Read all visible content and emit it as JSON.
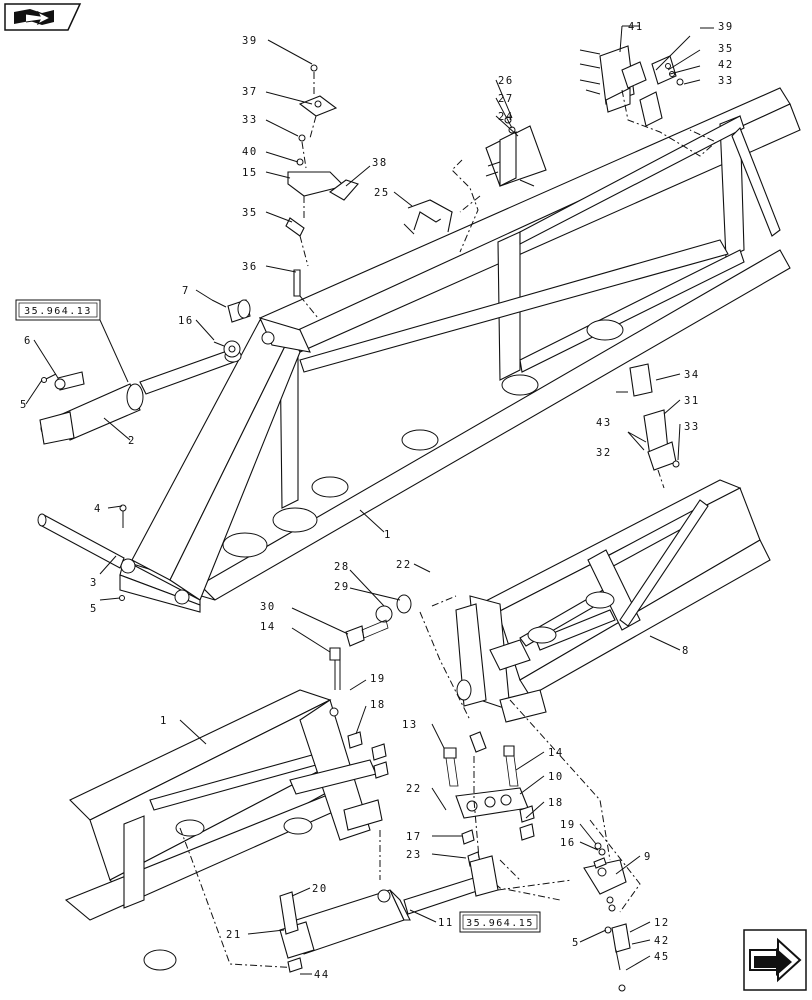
{
  "refs": {
    "top_ref": "35.964.13",
    "bottom_ref": "35.964.15"
  },
  "callouts": {
    "c1a": "1",
    "c1b": "1",
    "c2": "2",
    "c3": "3",
    "c4": "4",
    "c5a": "5",
    "c5b": "5",
    "c5c": "5",
    "c6": "6",
    "c7": "7",
    "c8": "8",
    "c9": "9",
    "c10": "10",
    "c11": "11",
    "c12": "12",
    "c13": "13",
    "c14a": "14",
    "c14b": "14",
    "c15": "15",
    "c16a": "16",
    "c16b": "16",
    "c17": "17",
    "c18a": "18",
    "c18b": "18",
    "c19a": "19",
    "c19b": "19",
    "c20": "20",
    "c21": "21",
    "c22a": "22",
    "c22b": "22",
    "c23": "23",
    "c24": "24",
    "c25": "25",
    "c26": "26",
    "c27": "27",
    "c28": "28",
    "c29": "29",
    "c30": "30",
    "c31": "31",
    "c32": "32",
    "c33a": "33",
    "c33b": "33",
    "c33c": "33",
    "c34": "34",
    "c35a": "35",
    "c35b": "35",
    "c36": "36",
    "c37": "37",
    "c38": "38",
    "c39a": "39",
    "c39b": "39",
    "c40": "40",
    "c41": "41",
    "c42a": "42",
    "c42b": "42",
    "c43": "43",
    "c44": "44",
    "c45": "45"
  },
  "icons": {
    "top_left": "catalog-book-icon",
    "bottom_right": "next-page-arrow-icon"
  }
}
